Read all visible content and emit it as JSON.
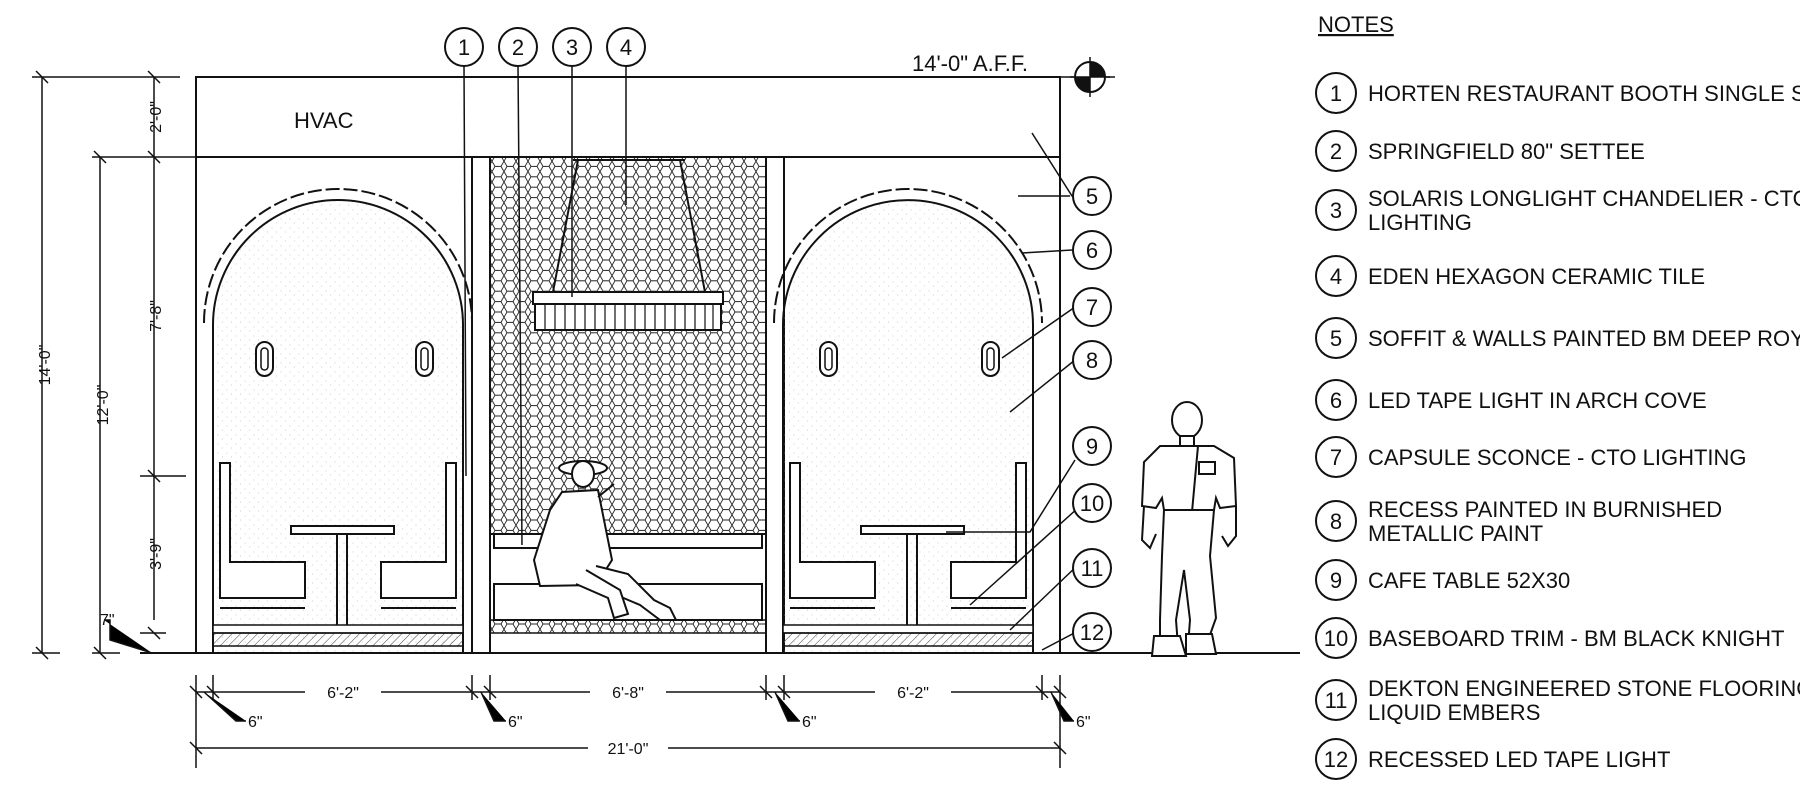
{
  "elevation": {
    "hvac_label": "HVAC",
    "aff_label": "14'-0\" A.F.F."
  },
  "dimensions": {
    "vertical": [
      "14'-0\"",
      "12'-0\"",
      "2'-0\"",
      "7'-8\"",
      "3'-9\"",
      "7\""
    ],
    "horizontal": [
      "6'-2\"",
      "6'-8\"",
      "6'-2\"",
      "21'-0\""
    ],
    "small": [
      "6\"",
      "6\"",
      "6\"",
      "6\""
    ]
  },
  "callouts": [
    "1",
    "2",
    "3",
    "4",
    "5",
    "6",
    "7",
    "8",
    "9",
    "10",
    "11",
    "12"
  ],
  "notes": {
    "title": "NOTES",
    "items": [
      {
        "num": "1",
        "lines": [
          "HORTEN RESTAURANT BOOTH SINGLE SEAT"
        ]
      },
      {
        "num": "2",
        "lines": [
          "SPRINGFIELD 80\" SETTEE"
        ]
      },
      {
        "num": "3",
        "lines": [
          "SOLARIS LONGLIGHT CHANDELIER - CTO",
          "LIGHTING"
        ]
      },
      {
        "num": "4",
        "lines": [
          "EDEN HEXAGON CERAMIC TILE"
        ]
      },
      {
        "num": "5",
        "lines": [
          "SOFFIT & WALLS PAINTED BM DEEP ROYAL"
        ]
      },
      {
        "num": "6",
        "lines": [
          "LED TAPE LIGHT IN ARCH COVE"
        ]
      },
      {
        "num": "7",
        "lines": [
          "CAPSULE SCONCE - CTO LIGHTING"
        ]
      },
      {
        "num": "8",
        "lines": [
          "RECESS PAINTED IN BURNISHED",
          "METALLIC PAINT"
        ]
      },
      {
        "num": "9",
        "lines": [
          "CAFE TABLE 52X30"
        ]
      },
      {
        "num": "10",
        "lines": [
          "BASEBOARD TRIM - BM BLACK KNIGHT"
        ]
      },
      {
        "num": "11",
        "lines": [
          "DEKTON ENGINEERED STONE FLOORING",
          "LIQUID EMBERS"
        ]
      },
      {
        "num": "12",
        "lines": [
          "RECESSED LED TAPE LIGHT"
        ]
      }
    ]
  }
}
